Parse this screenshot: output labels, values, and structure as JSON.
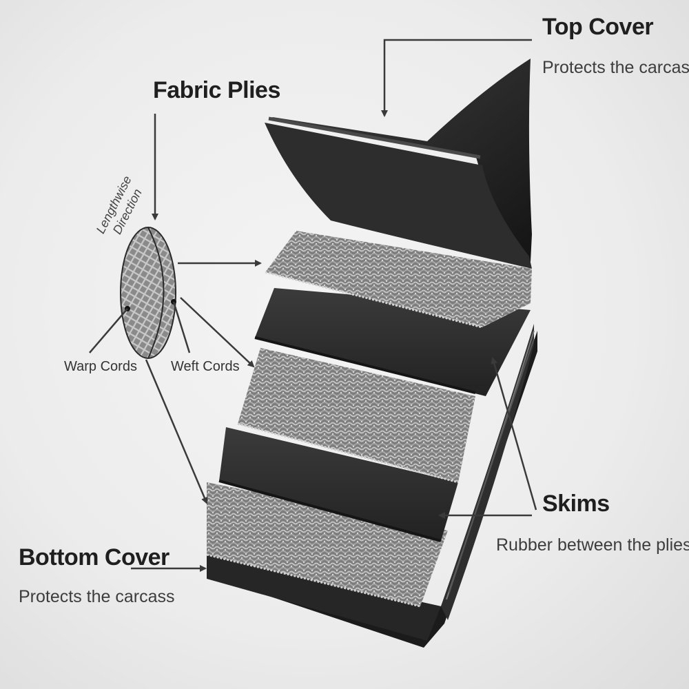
{
  "labels": {
    "top_cover_title": "Top Cover",
    "top_cover_desc": "Protects the carcass",
    "fabric_plies_title": "Fabric Plies",
    "lengthwise_line1": "Lengthwise",
    "lengthwise_line2": "Direction",
    "warp_cords": "Warp Cords",
    "weft_cords": "Weft Cords",
    "skims_title": "Skims",
    "skims_desc": "Rubber between the plies",
    "bottom_cover_title": "Bottom Cover",
    "bottom_cover_desc": "Protects the carcass"
  },
  "colors": {
    "rubber": "#2b2b2b",
    "rubber_edge": "#1a1a1a",
    "fabric": "#8c8c8c",
    "fabric_light": "#b5b5b5",
    "arrow": "#3a3a3a"
  }
}
